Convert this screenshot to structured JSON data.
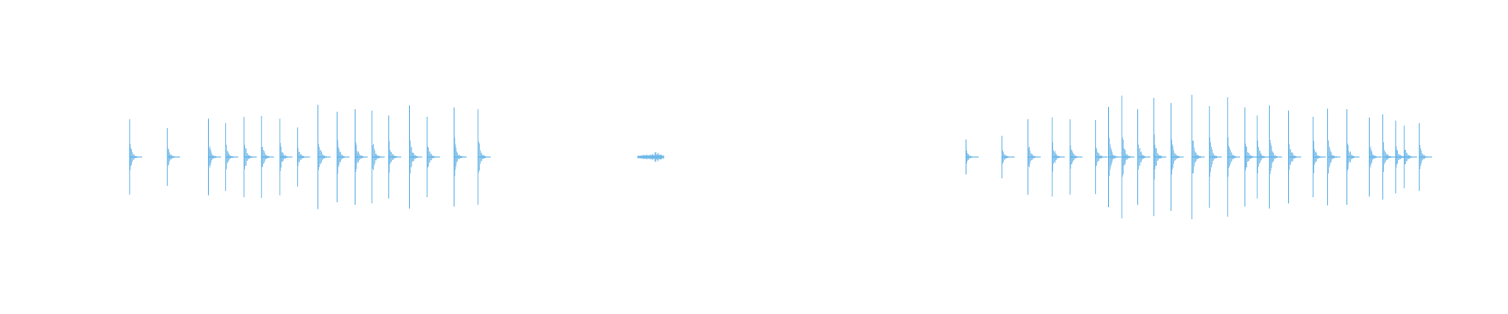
{
  "waveform": {
    "color": "#5aaee6",
    "background": "#ffffff",
    "amplitude_scale": 1.0,
    "segments": [
      {
        "name": "segment-1",
        "peaks": [
          {
            "t": 0.0,
            "a": 0.6
          },
          {
            "t": 0.107,
            "a": 0.46
          },
          {
            "t": 0.223,
            "a": 0.61
          },
          {
            "t": 0.272,
            "a": 0.54
          },
          {
            "t": 0.324,
            "a": 0.64
          },
          {
            "t": 0.373,
            "a": 0.65
          },
          {
            "t": 0.425,
            "a": 0.61
          },
          {
            "t": 0.475,
            "a": 0.47
          },
          {
            "t": 0.533,
            "a": 0.83
          },
          {
            "t": 0.587,
            "a": 0.72
          },
          {
            "t": 0.638,
            "a": 0.76
          },
          {
            "t": 0.686,
            "a": 0.74
          },
          {
            "t": 0.733,
            "a": 0.66
          },
          {
            "t": 0.792,
            "a": 0.82
          },
          {
            "t": 0.842,
            "a": 0.64
          },
          {
            "t": 0.918,
            "a": 0.79
          },
          {
            "t": 0.986,
            "a": 0.76
          }
        ]
      },
      {
        "name": "segment-2",
        "peaks": [
          {
            "t": 0.0,
            "a": 0.03
          },
          {
            "t": 0.25,
            "a": 0.04
          },
          {
            "t": 0.5,
            "a": 0.05
          },
          {
            "t": 0.7,
            "a": 0.08
          },
          {
            "t": 0.85,
            "a": 0.06
          },
          {
            "t": 1.0,
            "a": 0.03
          }
        ]
      },
      {
        "name": "segment-3",
        "peaks": [
          {
            "t": 0.0,
            "a": 0.28
          },
          {
            "t": 0.079,
            "a": 0.34
          },
          {
            "t": 0.136,
            "a": 0.6
          },
          {
            "t": 0.189,
            "a": 0.63
          },
          {
            "t": 0.228,
            "a": 0.6
          },
          {
            "t": 0.284,
            "a": 0.59
          },
          {
            "t": 0.313,
            "a": 0.8
          },
          {
            "t": 0.342,
            "a": 0.98
          },
          {
            "t": 0.377,
            "a": 0.76
          },
          {
            "t": 0.412,
            "a": 0.94
          },
          {
            "t": 0.45,
            "a": 0.86
          },
          {
            "t": 0.496,
            "a": 0.99
          },
          {
            "t": 0.534,
            "a": 0.81
          },
          {
            "t": 0.574,
            "a": 0.95
          },
          {
            "t": 0.612,
            "a": 0.79
          },
          {
            "t": 0.639,
            "a": 0.66
          },
          {
            "t": 0.666,
            "a": 0.82
          },
          {
            "t": 0.708,
            "a": 0.74
          },
          {
            "t": 0.762,
            "a": 0.64
          },
          {
            "t": 0.794,
            "a": 0.77
          },
          {
            "t": 0.836,
            "a": 0.76
          },
          {
            "t": 0.885,
            "a": 0.63
          },
          {
            "t": 0.915,
            "a": 0.68
          },
          {
            "t": 0.943,
            "a": 0.58
          },
          {
            "t": 0.962,
            "a": 0.5
          },
          {
            "t": 0.995,
            "a": 0.54
          }
        ]
      }
    ]
  }
}
